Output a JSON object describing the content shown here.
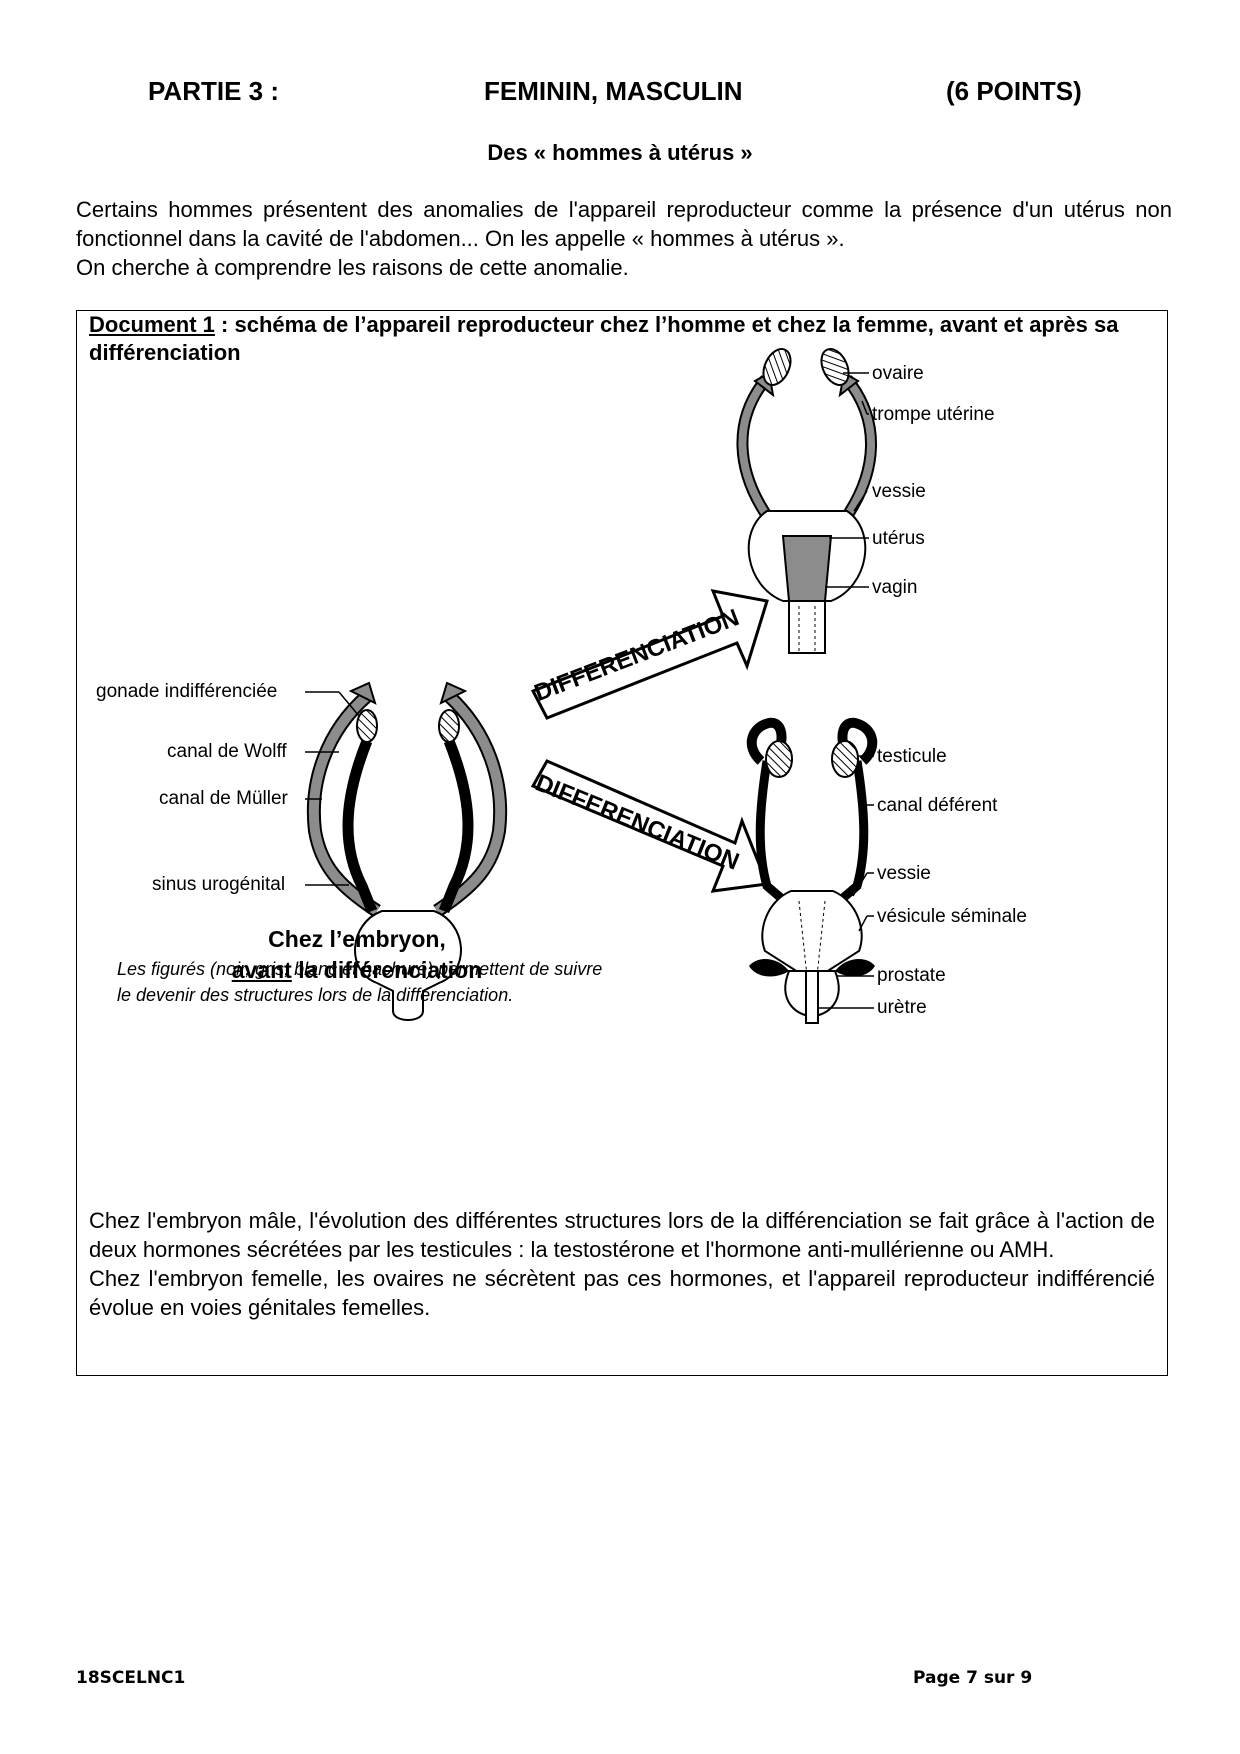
{
  "header": {
    "part": "PARTIE 3 :",
    "title": "FEMININ, MASCULIN",
    "points": "(6 POINTS)"
  },
  "subtitle": "Des « hommes à utérus »",
  "intro": {
    "p1": "Certains hommes présentent des anomalies de l'appareil reproducteur comme la présence d'un utérus non fonctionnel dans la cavité de l'abdomen... On les appelle « hommes à utérus ».",
    "p2": "On cherche à comprendre les raisons de cette anomalie."
  },
  "document1": {
    "ref": "Document 1",
    "title": " : schéma de l’appareil reproducteur chez l’homme et chez la femme, avant et après sa différenciation",
    "embryo_labels": {
      "gonade": "gonade indifférenciée",
      "wolff": "canal de Wolff",
      "muller": "canal de Müller",
      "sinus": "sinus urogénital"
    },
    "embryo_caption": {
      "line1": "Chez l’embryon,",
      "line2_underlined": "avant",
      "line2_rest": " la différenciation"
    },
    "arrow_text": "DIFFERENCIATION",
    "female_labels": [
      "ovaire",
      "trompe utérine",
      "vessie",
      "utérus",
      "vagin"
    ],
    "male_labels": [
      "testicule",
      "canal déférent",
      "vessie",
      "vésicule séminale",
      "prostate",
      "urètre"
    ],
    "note": {
      "line1": "Les figurés (noir, gris, blanc et hachuré) permettent de suivre",
      "line2": "le devenir des structures lors de la différenciation."
    },
    "bottom": {
      "p1": "Chez l'embryon mâle, l'évolution des différentes structures lors de la différenciation se fait grâce à l'action de deux hormones sécrétées par les testicules : la testostérone et l'hormone anti-mullérienne ou AMH.",
      "p2": "Chez l'embryon femelle, les ovaires ne sécrètent pas ces hormones, et l'appareil reproducteur indifférencié évolue en voies génitales femelles."
    }
  },
  "footer": {
    "code": "18SCELNC1",
    "page": "Page 7 sur 9"
  },
  "colors": {
    "gray_structure": "#8c8c8c",
    "black_structure": "#000000"
  }
}
